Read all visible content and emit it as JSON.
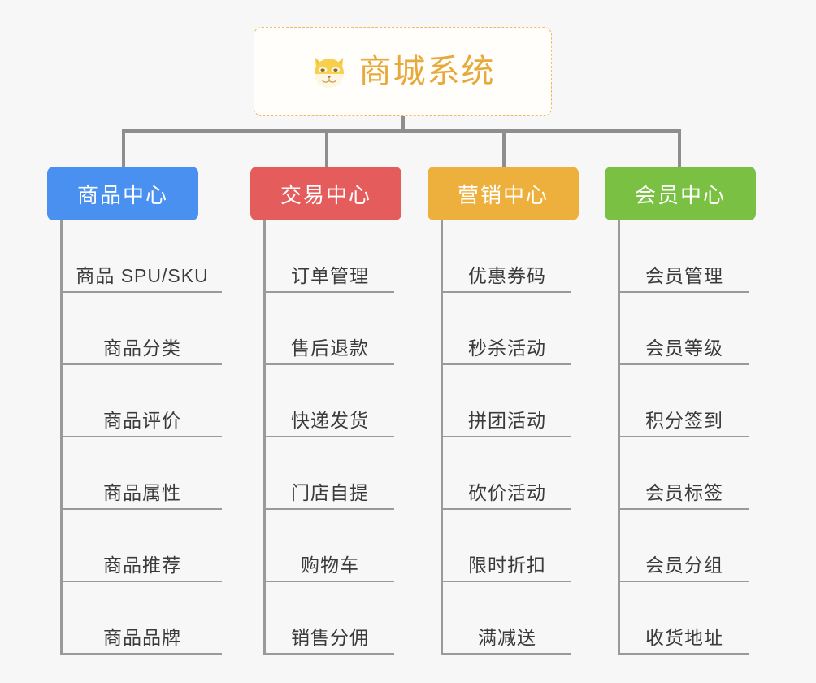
{
  "diagram": {
    "type": "mindmap-tree",
    "background_color": "#f7f7f7",
    "root": {
      "title": "商城系统",
      "icon": "shiba-dog-face-icon",
      "border_color": "#f0ba63",
      "text_color": "#e8a93c",
      "background_color": "#fffefb"
    },
    "connector_color": "#8e8e8e",
    "leaf_line_color": "#9a9a9a",
    "leaf_text_color": "#3b3b3b",
    "branches": [
      {
        "label": "商品中心",
        "color": "#4a90f0",
        "leaves": [
          "商品 SPU/SKU",
          "商品分类",
          "商品评价",
          "商品属性",
          "商品推荐",
          "商品品牌"
        ]
      },
      {
        "label": "交易中心",
        "color": "#e45c5c",
        "leaves": [
          "订单管理",
          "售后退款",
          "快递发货",
          "门店自提",
          "购物车",
          "销售分佣"
        ]
      },
      {
        "label": "营销中心",
        "color": "#eeb03c",
        "leaves": [
          "优惠券码",
          "秒杀活动",
          "拼团活动",
          "砍价活动",
          "限时折扣",
          "满减送"
        ]
      },
      {
        "label": "会员中心",
        "color": "#7ac043",
        "leaves": [
          "会员管理",
          "会员等级",
          "积分签到",
          "会员标签",
          "会员分组",
          "收货地址"
        ]
      }
    ]
  }
}
